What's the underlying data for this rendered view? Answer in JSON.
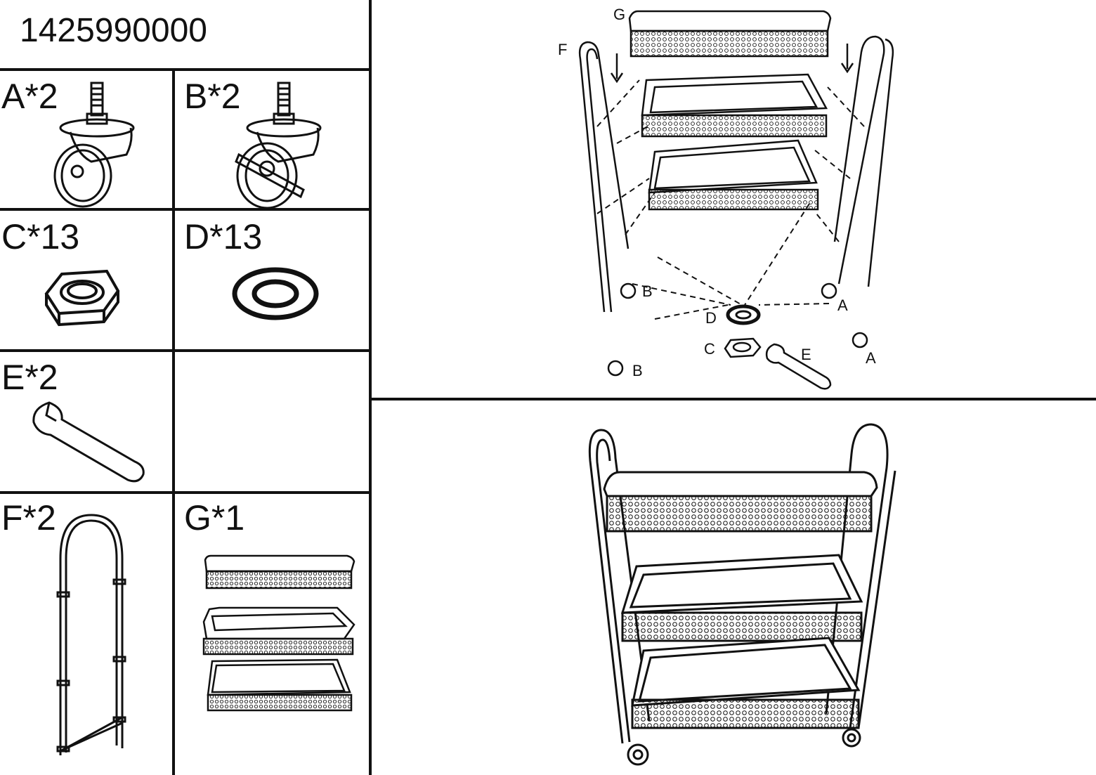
{
  "model_number": "1425990000",
  "parts": [
    {
      "code": "A",
      "label": "A*2"
    },
    {
      "code": "B",
      "label": "B*2"
    },
    {
      "code": "C",
      "label": "C*13"
    },
    {
      "code": "D",
      "label": "D*13"
    },
    {
      "code": "E",
      "label": "E*2"
    },
    {
      "code": "F",
      "label": "F*2"
    },
    {
      "code": "G",
      "label": "G*1"
    }
  ],
  "exploded_view": {
    "callouts": {
      "G": "G",
      "F": "F",
      "B1": "B",
      "B2": "B",
      "A1": "A",
      "A2": "A",
      "D": "D",
      "C": "C",
      "E": "E"
    }
  },
  "colors": {
    "line": "#111111",
    "background": "#ffffff"
  }
}
